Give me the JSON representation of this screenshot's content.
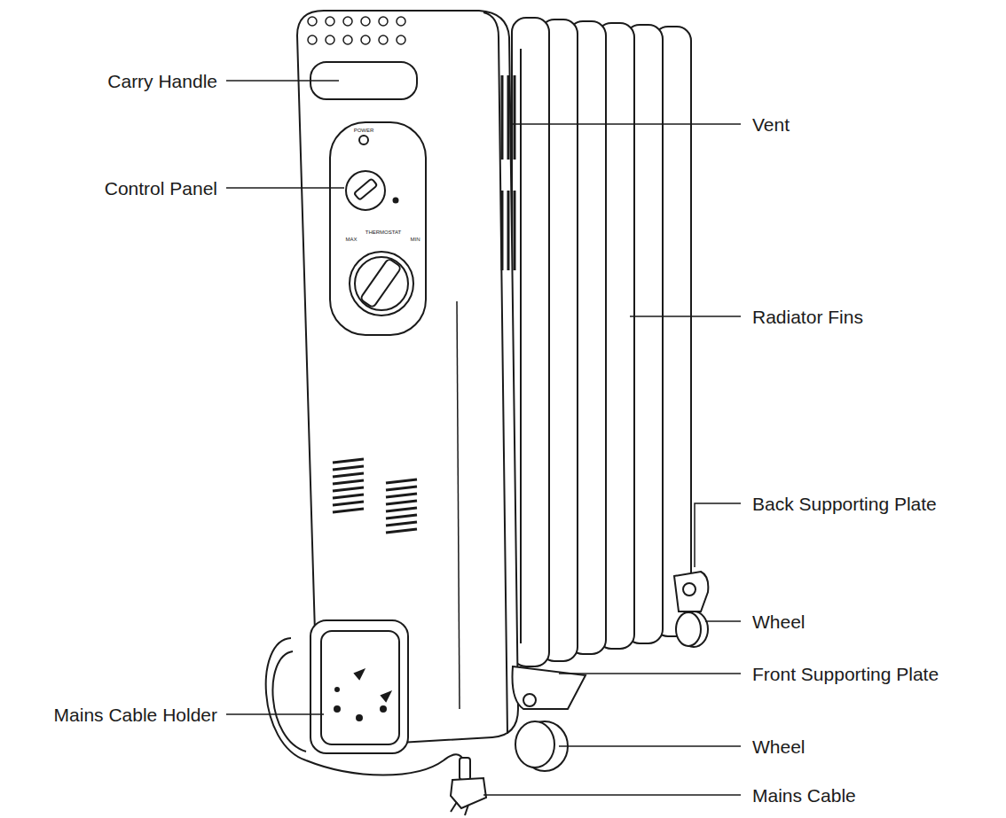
{
  "diagram": {
    "labels": [
      "Carry Handle",
      "Control Panel",
      "Vent",
      "Radiator Fins",
      "Back Supporting Plate",
      "Wheel",
      "Front Supporting Plate",
      "Wheel",
      "Mains Cable Holder",
      "Mains Cable",
      "POWER",
      "THERMOSTAT",
      "MAX",
      "MIN"
    ]
  }
}
